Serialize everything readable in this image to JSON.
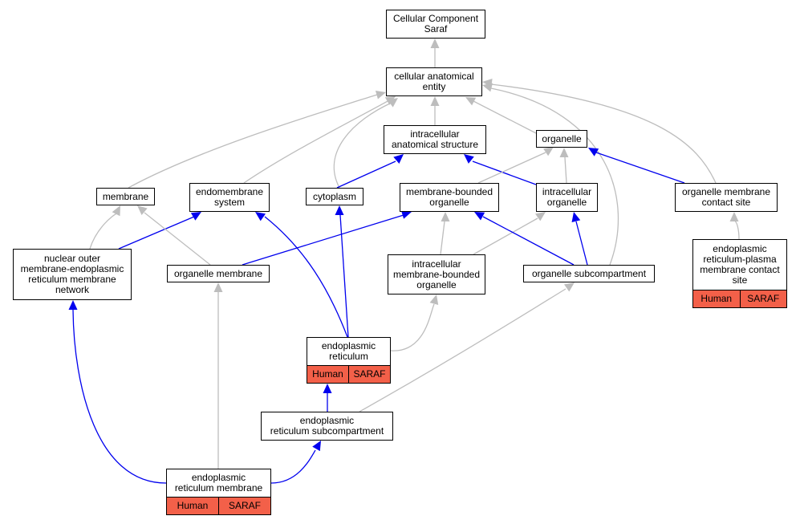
{
  "colors": {
    "is_a": "#bdbdbd",
    "part_of": "#0000ee",
    "annotation": "#f36049"
  },
  "nodes": {
    "root": {
      "label": "Cellular Component\nSaraf"
    },
    "cae": {
      "label": "cellular anatomical\nentity"
    },
    "ias": {
      "label": "intracellular\nanatomical structure"
    },
    "organelle": {
      "label": "organelle"
    },
    "membrane": {
      "label": "membrane"
    },
    "endomembrane": {
      "label": "endomembrane\nsystem"
    },
    "cytoplasm": {
      "label": "cytoplasm"
    },
    "mbo": {
      "label": "membrane-bounded\norganelle"
    },
    "intraorg": {
      "label": "intracellular\norganelle"
    },
    "omcs": {
      "label": "organelle membrane\ncontact site"
    },
    "erpm": {
      "label": "endoplasmic\nreticulum-plasma\nmembrane contact\nsite",
      "tags": [
        "Human",
        "SARAF"
      ]
    },
    "nomer": {
      "label": "nuclear outer\nmembrane-endoplasmic\nreticulum membrane\nnetwork"
    },
    "orgmem": {
      "label": "organelle membrane"
    },
    "imbo": {
      "label": "intracellular\nmembrane-bounded\norganelle"
    },
    "orgsub": {
      "label": "organelle subcompartment"
    },
    "er": {
      "label": "endoplasmic\nreticulum",
      "tags": [
        "Human",
        "SARAF"
      ]
    },
    "ersub": {
      "label": "endoplasmic\nreticulum subcompartment"
    },
    "erm": {
      "label": "endoplasmic\nreticulum membrane",
      "tags": [
        "Human",
        "SARAF"
      ]
    }
  },
  "edges": [
    {
      "from": "cae",
      "to": "root",
      "type": "is_a"
    },
    {
      "from": "ias",
      "to": "cae",
      "type": "is_a"
    },
    {
      "from": "organelle",
      "to": "cae",
      "type": "is_a"
    },
    {
      "from": "membrane",
      "to": "cae",
      "type": "is_a"
    },
    {
      "from": "endomembrane",
      "to": "cae",
      "type": "is_a"
    },
    {
      "from": "cytoplasm",
      "to": "cae",
      "type": "is_a"
    },
    {
      "from": "orgsub",
      "to": "cae",
      "type": "is_a"
    },
    {
      "from": "omcs",
      "to": "cae",
      "type": "is_a"
    },
    {
      "from": "cytoplasm",
      "to": "ias",
      "type": "part_of"
    },
    {
      "from": "intraorg",
      "to": "ias",
      "type": "part_of"
    },
    {
      "from": "mbo",
      "to": "organelle",
      "type": "is_a"
    },
    {
      "from": "intraorg",
      "to": "organelle",
      "type": "is_a"
    },
    {
      "from": "omcs",
      "to": "organelle",
      "type": "part_of"
    },
    {
      "from": "erpm",
      "to": "omcs",
      "type": "is_a"
    },
    {
      "from": "nomer",
      "to": "membrane",
      "type": "is_a"
    },
    {
      "from": "nomer",
      "to": "endomembrane",
      "type": "part_of"
    },
    {
      "from": "orgmem",
      "to": "membrane",
      "type": "is_a"
    },
    {
      "from": "orgmem",
      "to": "mbo",
      "type": "part_of"
    },
    {
      "from": "imbo",
      "to": "mbo",
      "type": "is_a"
    },
    {
      "from": "imbo",
      "to": "intraorg",
      "type": "is_a"
    },
    {
      "from": "orgsub",
      "to": "mbo",
      "type": "part_of"
    },
    {
      "from": "orgsub",
      "to": "intraorg",
      "type": "part_of"
    },
    {
      "from": "er",
      "to": "endomembrane",
      "type": "part_of"
    },
    {
      "from": "er",
      "to": "cytoplasm",
      "type": "part_of"
    },
    {
      "from": "er",
      "to": "imbo",
      "type": "is_a"
    },
    {
      "from": "ersub",
      "to": "er",
      "type": "part_of"
    },
    {
      "from": "ersub",
      "to": "orgsub",
      "type": "is_a"
    },
    {
      "from": "erm",
      "to": "orgmem",
      "type": "is_a"
    },
    {
      "from": "erm",
      "to": "nomer",
      "type": "part_of"
    },
    {
      "from": "erm",
      "to": "ersub",
      "type": "part_of"
    }
  ]
}
